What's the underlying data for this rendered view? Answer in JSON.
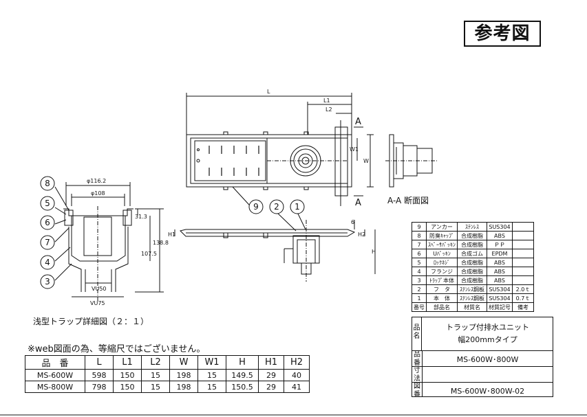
{
  "stamp": "参考図",
  "note": "※web図面の為、等縮尺ではございません。",
  "detail_caption": "浅型トラップ詳細図（２：１）",
  "section_label": "A-A 断面図",
  "dims": {
    "L": "L",
    "L1": "L1",
    "L2": "L2",
    "W": "W",
    "W1": "W1",
    "A": "A",
    "H": "H",
    "H1": "H1",
    "H2": "H2",
    "six": "6",
    "d116": "φ116.2",
    "d108": "φ108",
    "v313": "31.3",
    "v1075": "107.5",
    "v1388": "138.8",
    "vu50": "VU50",
    "vu75": "VU75"
  },
  "balloons": [
    "8",
    "5",
    "6",
    "7",
    "4",
    "3",
    "9",
    "2",
    "1"
  ],
  "spec_table": {
    "headers": [
      "品　番",
      "L",
      "L1",
      "L2",
      "W",
      "W1",
      "H",
      "H1",
      "H2"
    ],
    "rows": [
      [
        "MS-600W",
        "598",
        "150",
        "15",
        "198",
        "15",
        "149.5",
        "29",
        "40"
      ],
      [
        "MS-800W",
        "798",
        "150",
        "15",
        "198",
        "15",
        "150.5",
        "29",
        "41"
      ]
    ]
  },
  "parts_table": {
    "rows": [
      [
        "9",
        "アンカー",
        "ｽﾃﾝﾚｽ",
        "SUS304",
        ""
      ],
      [
        "8",
        "防臭ｷｬｯﾌﾟ",
        "合成樹脂",
        "ABS",
        ""
      ],
      [
        "7",
        "ｽﾍﾟｰｻﾊﾟｯｷﾝ",
        "合成樹脂",
        "ＰＰ",
        ""
      ],
      [
        "6",
        "Uﾊﾟｯｷﾝ",
        "合成ゴム",
        "EPDM",
        ""
      ],
      [
        "5",
        "ﾛｯｸﾈｼﾞ",
        "合成樹脂",
        "ABS",
        ""
      ],
      [
        "4",
        "フランジ",
        "合成樹脂",
        "ABS",
        ""
      ],
      [
        "3",
        "ﾄﾗｯﾌﾟ本体",
        "合成樹脂",
        "ABS",
        ""
      ],
      [
        "2",
        "フ　タ",
        "ｽﾃﾝﾚｽ鋼板",
        "SUS304",
        "2.0ｔ"
      ],
      [
        "1",
        "本　体",
        "ｽﾃﾝﾚｽ鋼板",
        "SUS304",
        "0.7ｔ"
      ]
    ],
    "header": [
      "番号",
      "部品名",
      "材質名",
      "材質記号",
      "備考"
    ]
  },
  "title_block": {
    "name_label": "品名",
    "name_line1": "トラップ付排水ユニット",
    "name_line2": "幅200mmタイプ",
    "code_label": "品番",
    "code_value": "MS-600W･800W",
    "dim_label": "寸法",
    "dwg_label": "図番",
    "dwg_value": "MS-600W･800W-02"
  }
}
